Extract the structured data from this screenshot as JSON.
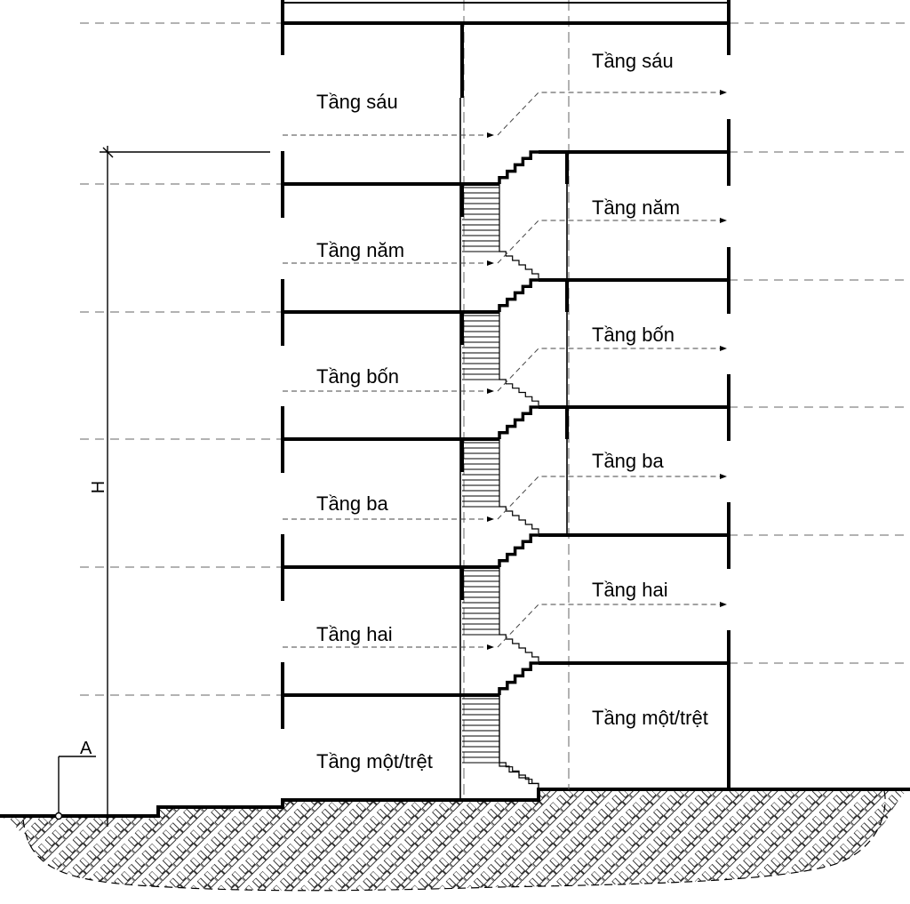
{
  "left_floors": [
    "Tầng sáu",
    "Tầng năm",
    "Tầng bốn",
    "Tầng ba",
    "Tầng hai",
    "Tầng một/trệt"
  ],
  "right_floors": [
    "Tầng sáu",
    "Tầng năm",
    "Tầng bốn",
    "Tầng ba",
    "Tầng hai",
    "Tầng một/trệt"
  ],
  "dimension_height_label": "H",
  "ground_marker_label": "A",
  "line_color": "#000000",
  "dash_color": "#666666"
}
